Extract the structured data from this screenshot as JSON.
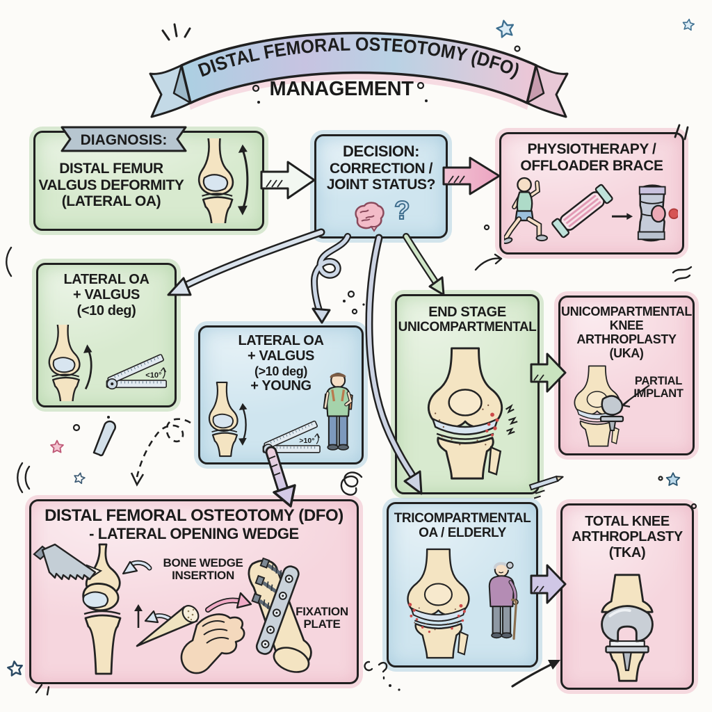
{
  "banner": {
    "title": "DISTAL FEMORAL OSTEOTOMY (DFO)",
    "subtitle": "MANAGEMENT"
  },
  "boxes": {
    "diagnosis": {
      "header": "DIAGNOSIS:",
      "lines": [
        "DISTAL FEMUR",
        "VALGUS DEFORMITY",
        "(LATERAL OA)"
      ]
    },
    "decision": {
      "lines": [
        "DECISION:",
        "CORRECTION /",
        "JOINT STATUS?"
      ],
      "qmark": "?"
    },
    "physio": {
      "lines": [
        "PHYSIOTHERAPY /",
        "OFFLOADER BRACE"
      ]
    },
    "valgus_minor": {
      "lines": [
        "LATERAL OA",
        "+ VALGUS",
        "(<10 deg)"
      ],
      "angle_label": "<10°"
    },
    "valgus_major": {
      "lines": [
        "LATERAL OA",
        "+ VALGUS",
        "(>10 deg)",
        "+ YOUNG"
      ],
      "angle_label": ">10°"
    },
    "end_stage": {
      "lines": [
        "END STAGE",
        "UNICOMPARTMENTAL"
      ]
    },
    "uka": {
      "lines": [
        "UNICOMPARTMENTAL",
        "KNEE",
        "ARTHROPLASTY",
        "(UKA)"
      ],
      "callout": [
        "PARTIAL",
        "IMPLANT"
      ]
    },
    "dfo": {
      "lines": [
        "DISTAL FEMORAL OSTEOTOMY (DFO)",
        "- LATERAL OPENING WEDGE"
      ],
      "label_wedge": [
        "BONE WEDGE",
        "INSERTION"
      ],
      "label_plate": [
        "FIXATION",
        "PLATE"
      ]
    },
    "tricompartmental": {
      "lines": [
        "TRICOMPARTMENTAL",
        "OA / ELDERLY"
      ]
    },
    "tka": {
      "lines": [
        "TOTAL KNEE",
        "ARTHROPLASTY",
        "(TKA)"
      ]
    }
  },
  "icons": [
    "knee-side-icon",
    "knee-front-icon",
    "goniometer-icon",
    "brain-icon",
    "question-mark-icon",
    "lunging-person-icon",
    "resistance-band-icon",
    "knee-brace-icon",
    "young-person-icon",
    "elderly-person-icon",
    "bone-saw-icon",
    "bone-wedge-hand-icon",
    "fixation-plate-icon",
    "uka-implant-icon",
    "tka-implant-icon",
    "star-icon",
    "sparkle-icon"
  ],
  "colors": {
    "green_box": "#d8eacf",
    "blue_box": "#cfe5ef",
    "pink_box": "#f6d6de",
    "ink": "#202020",
    "bone": "#f4e4c2",
    "cartilage": "#d8e5f0",
    "inflammation": "#cc4a4a",
    "implant_grey": "#c9cfd6",
    "brain_pink": "#f3bcc8"
  }
}
